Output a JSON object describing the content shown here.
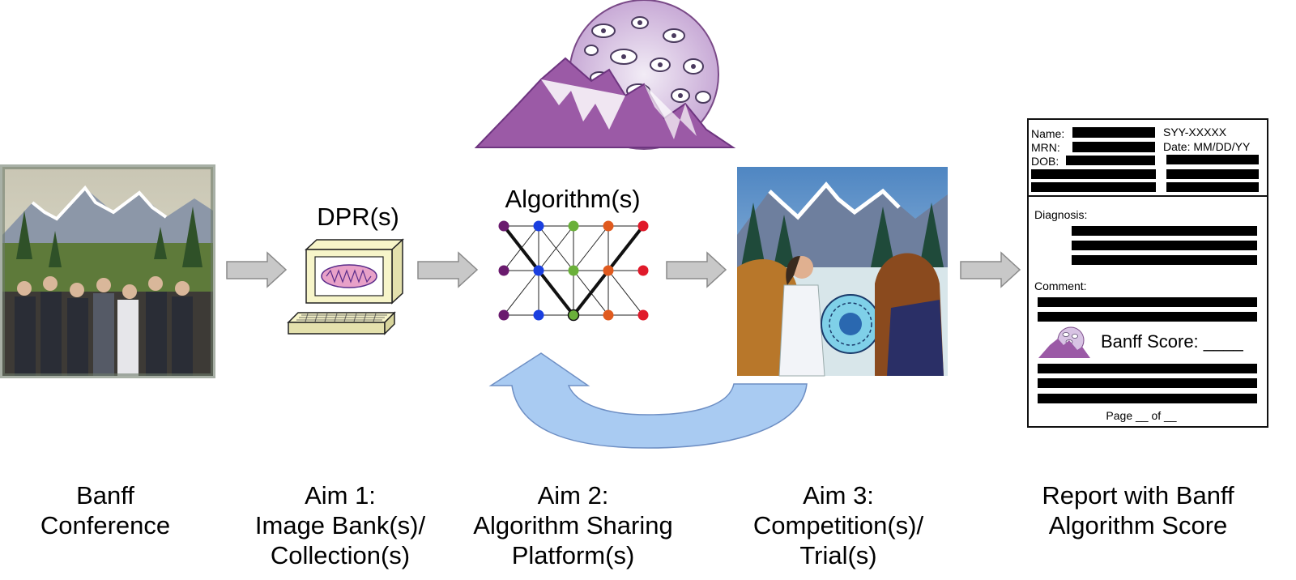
{
  "stage_labels": {
    "dpr": "DPR(s)",
    "algorithm": "Algorithm(s)"
  },
  "captions": {
    "banff": [
      "Banff",
      "Conference"
    ],
    "aim1": [
      "Aim 1:",
      "Image Bank(s)/",
      "Collection(s)"
    ],
    "aim2": [
      "Aim 2:",
      "Algorithm Sharing",
      "Platform(s)"
    ],
    "aim3": [
      "Aim 3:",
      "Competition(s)/",
      "Trial(s)"
    ],
    "report": [
      "Report with Banff",
      "Algorithm Score"
    ]
  },
  "report": {
    "name_label": "Name:",
    "mrn_label": "MRN:",
    "dob_label": "DOB:",
    "accession": "SYY-XXXXX",
    "date_label": "Date:  MM/DD/YY",
    "diagnosis_label": "Diagnosis:",
    "comment_label": "Comment:",
    "score_label": "Banff Score: ____",
    "page_label": "Page __ of __"
  },
  "network": {
    "column_colors": [
      "#6a1b6e",
      "#1a3fe0",
      "#6ab03a",
      "#e05a1e",
      "#e01a2a"
    ]
  },
  "colors": {
    "arrow_fill": "#c8c8c8",
    "arrow_stroke": "#8a8a8a",
    "loop_fill": "#a9cbf2",
    "loop_stroke": "#6e8fc4",
    "logo_purple": "#9b5aa6",
    "screen_fill": "#f7f5c9"
  }
}
